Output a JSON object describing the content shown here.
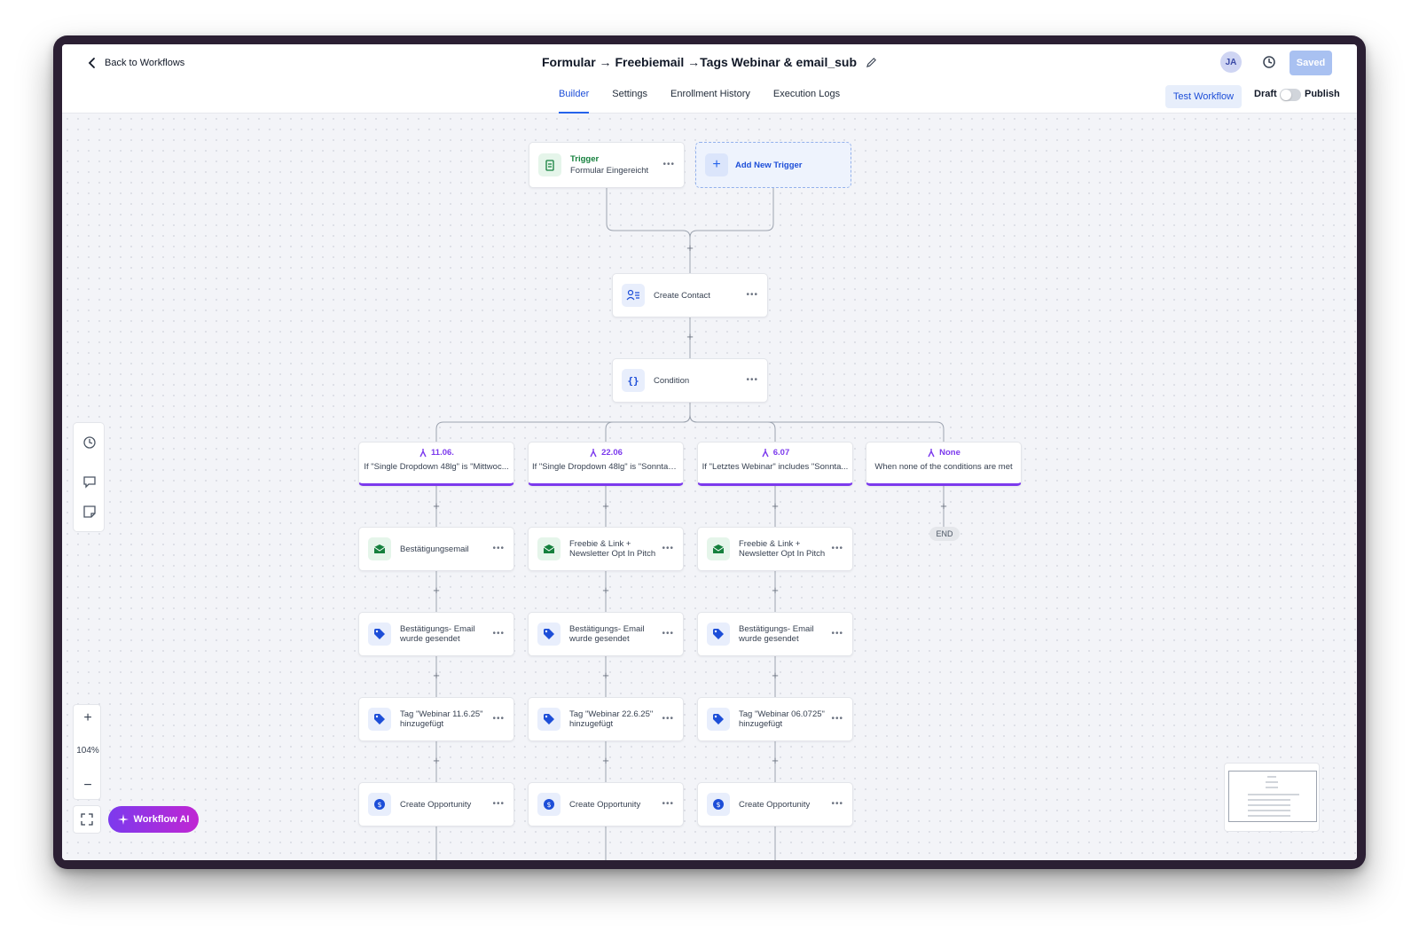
{
  "header": {
    "back_label": "Back to Workflows",
    "title": "Formular → Freebiemail →Tags Webinar & email_sub",
    "avatar_initials": "JA",
    "saved_label": "Saved"
  },
  "tabs": [
    {
      "label": "Builder",
      "active": true
    },
    {
      "label": "Settings",
      "active": false
    },
    {
      "label": "Enrollment History",
      "active": false
    },
    {
      "label": "Execution Logs",
      "active": false
    }
  ],
  "actions": {
    "test_label": "Test Workflow",
    "draft_label": "Draft",
    "publish_label": "Publish"
  },
  "trigger": {
    "title": "Trigger",
    "subtitle": "Formular Eingereicht"
  },
  "add_trigger": {
    "label": "Add New Trigger"
  },
  "create_contact": {
    "label": "Create Contact"
  },
  "condition": {
    "label": "Condition"
  },
  "branches": [
    {
      "title": "11.06.",
      "subtitle": "If \"Single Dropdown 48lg\" is \"Mittwoc..."
    },
    {
      "title": "22.06",
      "subtitle": "If \"Single Dropdown 48lg\" is \"Sonntag..."
    },
    {
      "title": "6.07",
      "subtitle": "If \"Letztes Webinar\" includes \"Sonnta..."
    },
    {
      "title": "None",
      "subtitle": "When none of the conditions are met"
    }
  ],
  "columns": [
    {
      "email": "Bestätigungsemail",
      "tag1": "Bestätigungs- Email wurde gesendet",
      "tag2": "Tag \"Webinar 11.6.25\" hinzugefügt",
      "opp": "Create Opportunity"
    },
    {
      "email": "Freebie & Link + Newsletter Opt In Pitch",
      "tag1": "Bestätigungs- Email wurde gesendet",
      "tag2": "Tag \"Webinar 22.6.25\" hinzugefügt",
      "opp": "Create Opportunity"
    },
    {
      "email": "Freebie & Link + Newsletter Opt In Pitch",
      "tag1": "Bestätigungs- Email wurde gesendet",
      "tag2": "Tag \"Webinar 06.0725\" hinzugefügt",
      "opp": "Create Opportunity"
    }
  ],
  "end_label": "END",
  "zoom": {
    "level": "104%",
    "plus": "+",
    "minus": "−"
  },
  "ai_button": {
    "label": "Workflow AI"
  },
  "colors": {
    "accent": "#2563eb",
    "branch": "#7c3aed",
    "email_green": "#15803d",
    "tag_blue": "#1d4ed8"
  },
  "icons": {
    "back": "chevron-left-icon",
    "edit": "pencil-icon",
    "history": "history-icon",
    "trigger": "clipboard-icon",
    "contact": "user-list-icon",
    "condition": "braces-icon",
    "branch": "fork-icon",
    "email": "envelope-icon",
    "tag": "tag-icon",
    "opportunity": "dollar-icon",
    "ai": "sparkle-icon"
  }
}
